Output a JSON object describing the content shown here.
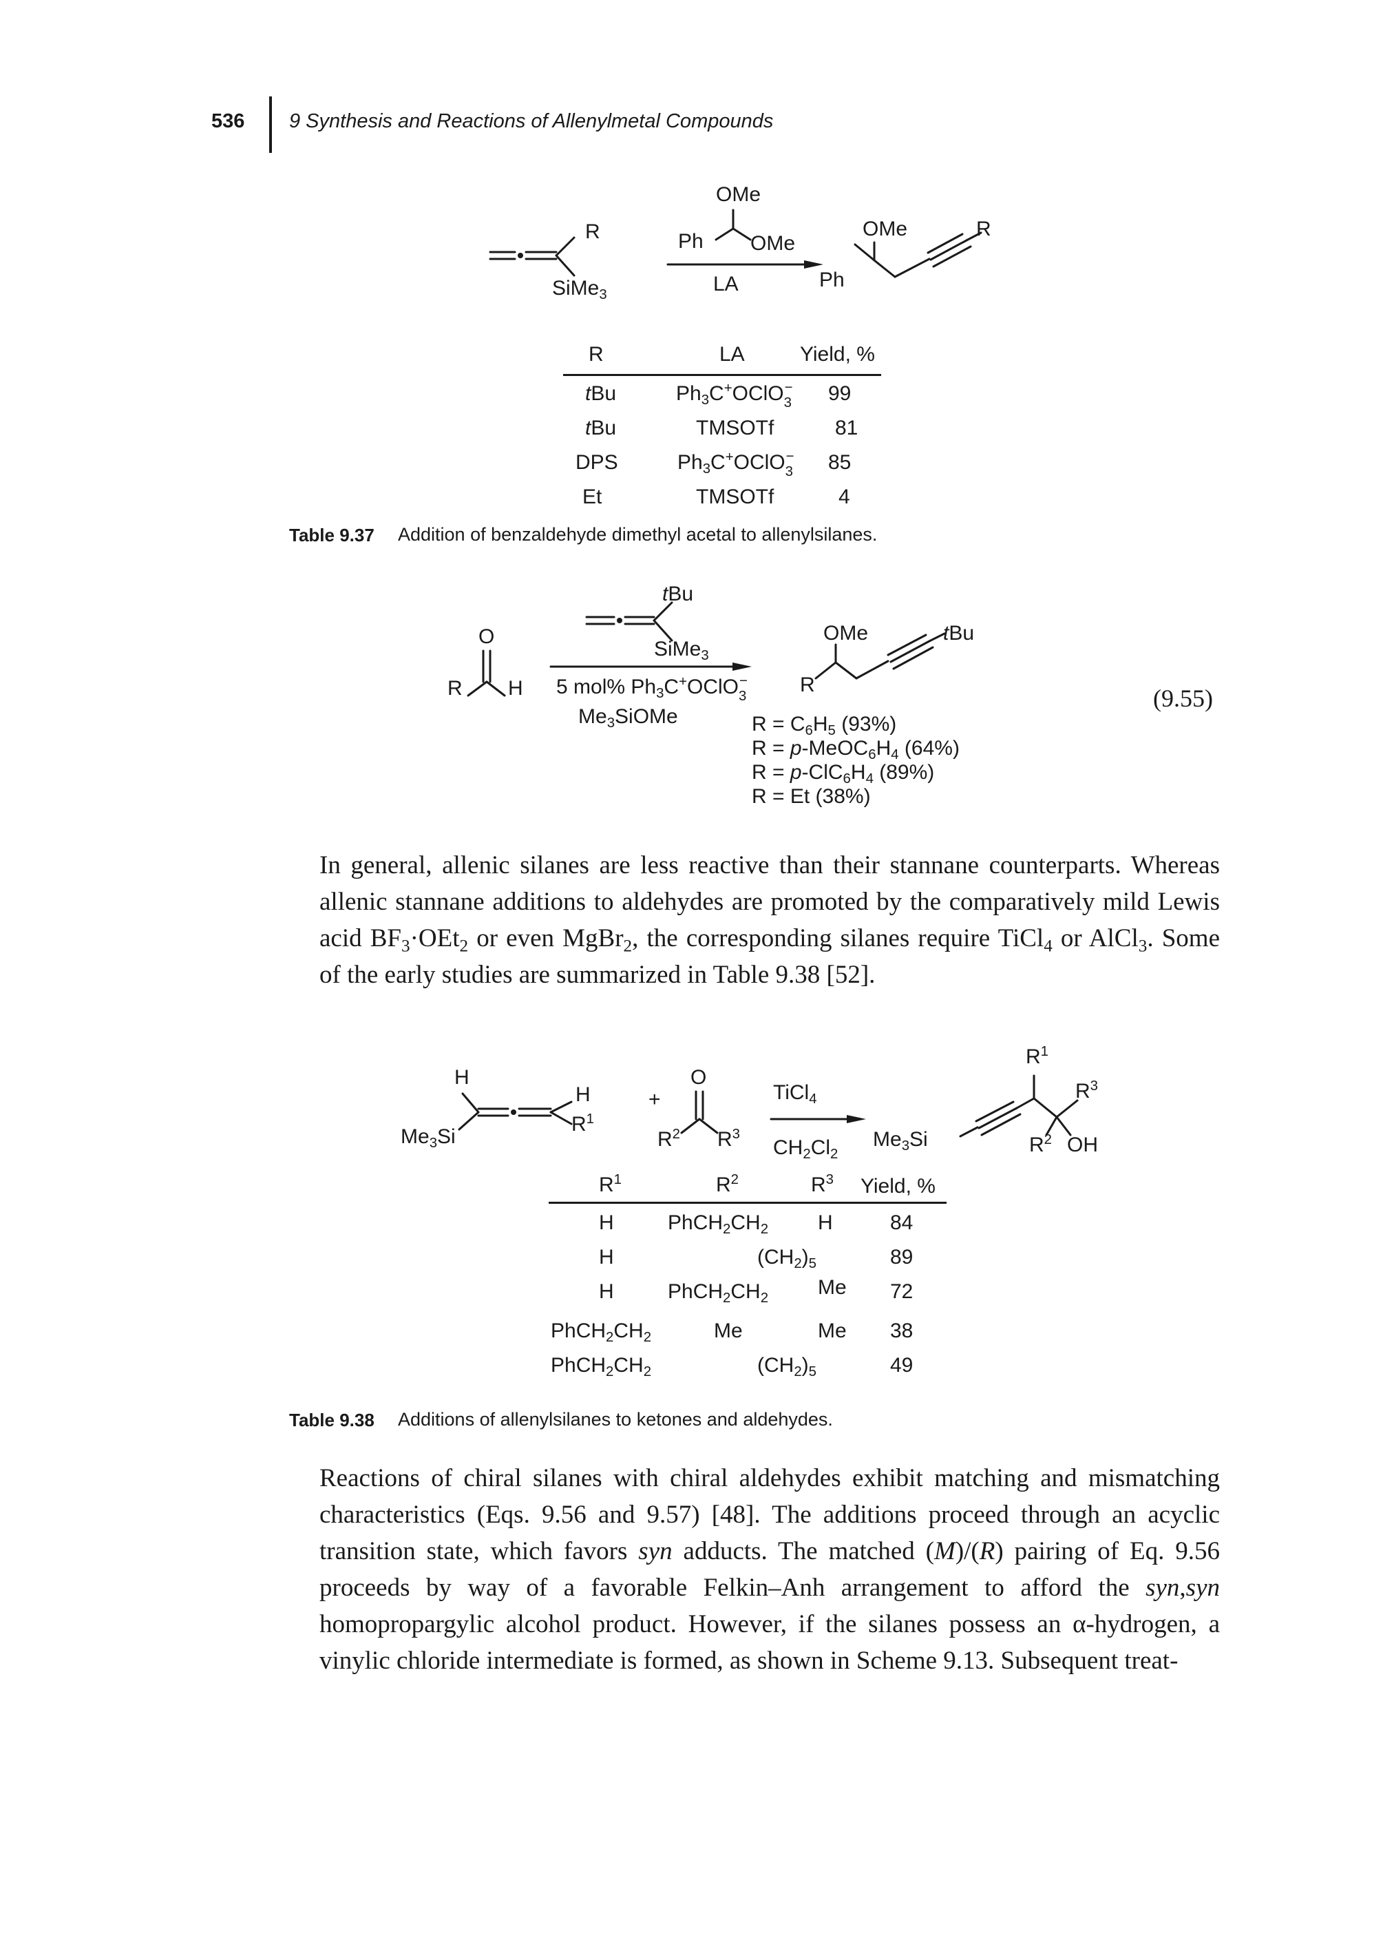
{
  "header": {
    "page_number": "536",
    "running_title": "9 Synthesis and Reactions of Allenylmetal Compounds"
  },
  "scheme1": {
    "reagent_top": "OMe",
    "reagent_ph": "Ph",
    "reagent_ome": "OMe",
    "allene_r": "R",
    "allene_si": "SiMe",
    "allene_si_sub": "3",
    "arrow_label": "LA",
    "prod_ome": "OMe",
    "prod_r": "R",
    "prod_ph": "Ph"
  },
  "table37": {
    "headers": [
      "R",
      "LA",
      "Yield, %"
    ],
    "rows": [
      {
        "r": "tBu",
        "la": "Ph3C+OClO3−",
        "yield": "99"
      },
      {
        "r": "tBu",
        "la": "TMSOTf",
        "yield": "81"
      },
      {
        "r": "DPS",
        "la": "Ph3C+OClO3−",
        "yield": "85"
      },
      {
        "r": "Et",
        "la": "TMSOTf",
        "yield": "4"
      }
    ],
    "caption_label": "Table 9.37",
    "caption_text": "Addition of benzaldehyde dimethyl acetal to allenylsilanes."
  },
  "eq955": {
    "ald_o": "O",
    "ald_r": "R",
    "ald_h": "H",
    "allene_tbu": "tBu",
    "allene_si": "SiMe",
    "allene_si_sub": "3",
    "catalyst": "5 mol% Ph3C+OClO3−",
    "additive": "Me3SiOMe",
    "prod_ome": "OMe",
    "prod_tbu": "tBu",
    "prod_r": "R",
    "results": [
      "R = C6H5 (93%)",
      "R = p-MeOC6H4 (64%)",
      "R = p-ClC6H4 (89%)",
      "R = Et (38%)"
    ],
    "number": "(9.55)"
  },
  "paragraph1": "In general, allenic silanes are less reactive than their stannane counterparts. Whereas allenic stannane additions to aldehydes are promoted by the comparatively mild Lewis acid BF3·OEt2 or even MgBr2, the corresponding silanes require TiCl4 or AlCl3. Some of the early studies are summarized in Table 9.38 [52].",
  "scheme2": {
    "allene_h1": "H",
    "allene_h2": "H",
    "allene_r1": "R1",
    "allene_me3si": "Me3Si",
    "plus": "+",
    "ketone_o": "O",
    "ketone_r2": "R2",
    "ketone_r3": "R3",
    "reagent_top": "TiCl4",
    "reagent_bottom": "CH2Cl2",
    "prod_r1": "R1",
    "prod_r3": "R3",
    "prod_r2": "R2",
    "prod_oh": "OH",
    "prod_me3si": "Me3Si"
  },
  "table38": {
    "headers": [
      "R1",
      "R2",
      "R3",
      "Yield, %"
    ],
    "rows": [
      {
        "r1": "H",
        "r2": "PhCH2CH2",
        "r3": "H",
        "yield": "84",
        "merged": ""
      },
      {
        "r1": "H",
        "r2": "",
        "r3": "",
        "yield": "89",
        "merged": "(CH2)5"
      },
      {
        "r1": "H",
        "r2": "PhCH2CH2",
        "r3": "Me",
        "yield": "72",
        "merged": ""
      },
      {
        "r1": "PhCH2CH2",
        "r2": "Me",
        "r3": "Me",
        "yield": "38",
        "merged": ""
      },
      {
        "r1": "PhCH2CH2",
        "r2": "",
        "r3": "",
        "yield": "49",
        "merged": "(CH2)5"
      }
    ],
    "caption_label": "Table 9.38",
    "caption_text": "Additions of allenylsilanes to ketones and aldehydes."
  },
  "paragraph2": "Reactions of chiral silanes with chiral aldehydes exhibit matching and mismatching characteristics (Eqs. 9.56 and 9.57) [48]. The additions proceed through an acyclic transition state, which favors syn adducts. The matched (M)/(R) pairing of Eq. 9.56 proceeds by way of a favorable Felkin–Anh arrangement to afford the syn,syn homopropargylic alcohol product. However, if the silanes possess an α-hydrogen, a vinylic chloride intermediate is formed, as shown in Scheme 9.13. Subsequent treat-"
}
